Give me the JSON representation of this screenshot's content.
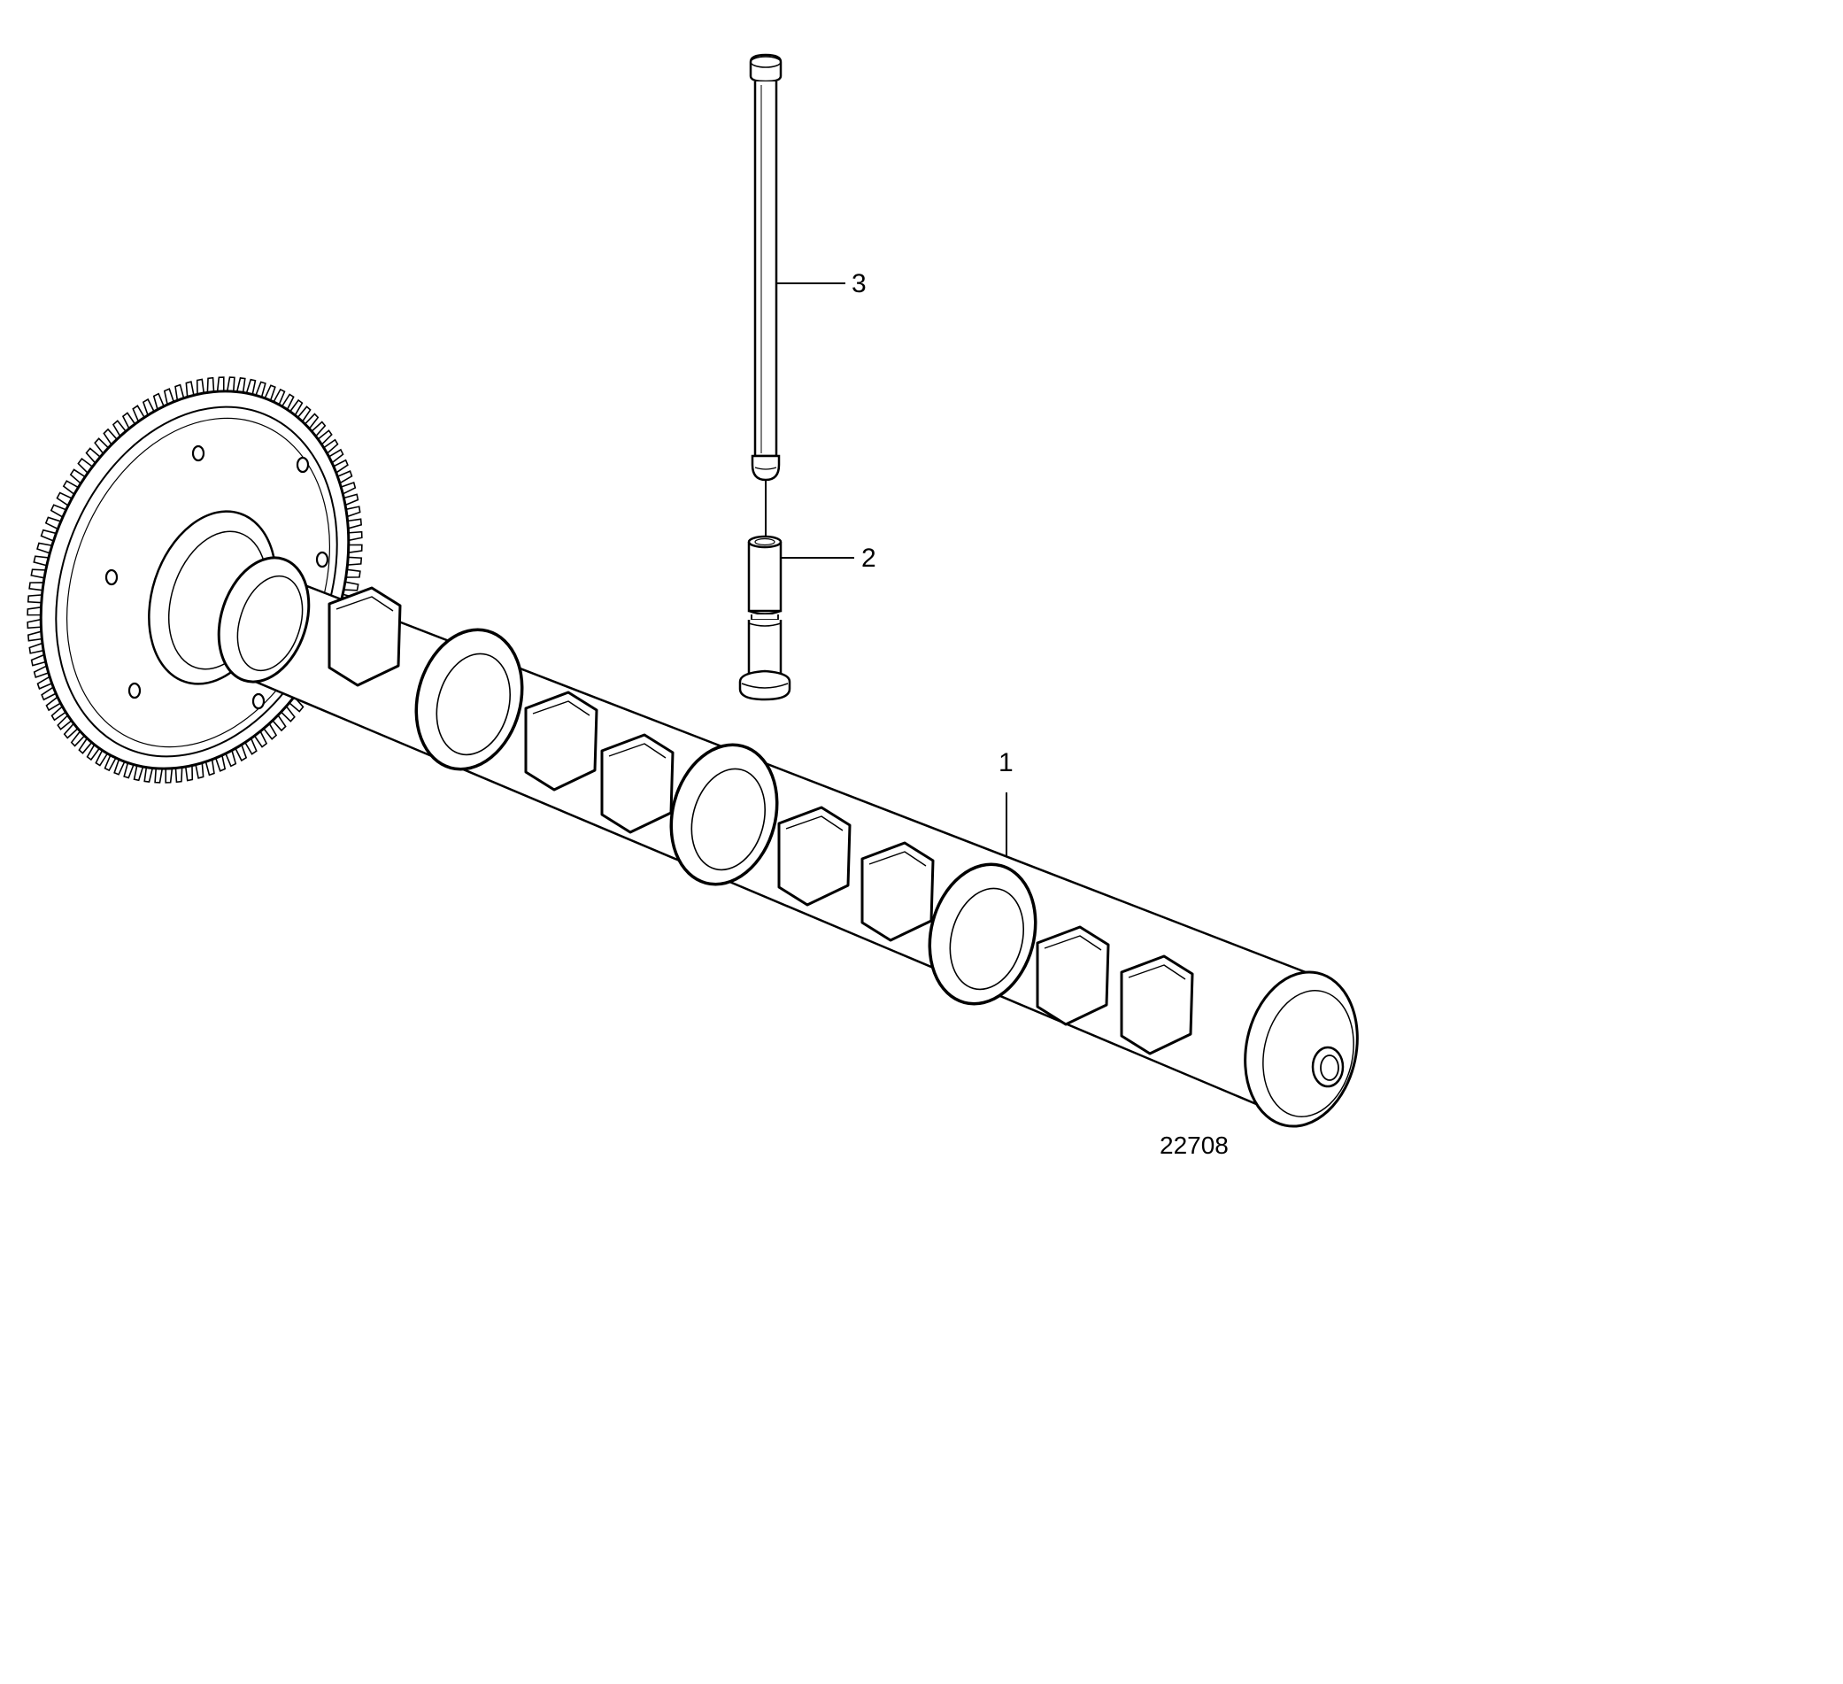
{
  "figure": {
    "number": "22708"
  },
  "callouts": [
    {
      "label": "1",
      "part": "camshaft"
    },
    {
      "label": "2",
      "part": "valve-tappet"
    },
    {
      "label": "3",
      "part": "push-rod"
    }
  ],
  "colors": {
    "line": "#000000",
    "background": "#ffffff"
  }
}
